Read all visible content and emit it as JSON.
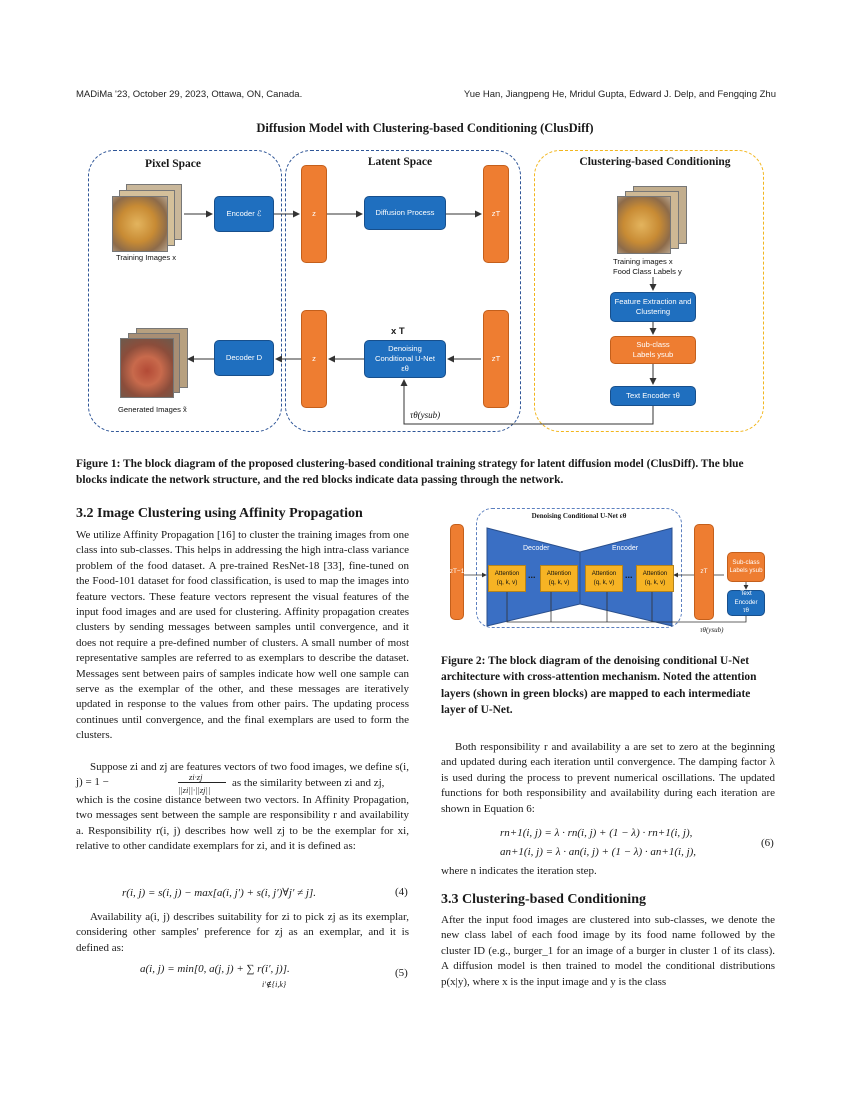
{
  "header": {
    "left": "MADiMa '23, October 29, 2023, Ottawa, ON, Canada.",
    "right": "Yue Han, Jiangpeng He, Mridul Gupta, Edward J. Delp, and Fengqing Zhu"
  },
  "figure1": {
    "title": "Diffusion Model with Clustering-based Conditioning (ClusDiff)",
    "pixel_space": {
      "title": "Pixel Space",
      "training_label": "Training Images x",
      "generated_label": "Generated Images x̃",
      "encoder": "Encoder ℰ",
      "decoder": "Decoder D"
    },
    "latent_space": {
      "title": "Latent Space",
      "z_top": "z",
      "z_bottom": "z",
      "zT_top": "zT",
      "zT_bottom": "zT",
      "diffusion": "Diffusion Process",
      "times_t": "x T",
      "unet_line1": "Denoising",
      "unet_line2": "Conditional U-Net",
      "unet_line3": "εθ",
      "tau_label": "τθ(ysub)"
    },
    "clustering": {
      "title": "Clustering-based Conditioning",
      "input_line1": "Training images x",
      "input_line2": "Food Class Labels y",
      "feature": "Feature Extraction and Clustering",
      "subclass_line1": "Sub-class",
      "subclass_line2": "Labels ysub",
      "text_encoder": "Text Encoder τθ"
    },
    "caption": "Figure 1: The block diagram of the proposed clustering-based conditional training strategy for latent diffusion model (ClusDiff). The blue blocks indicate the network structure, and the red blocks indicate data passing through the network."
  },
  "section32": {
    "heading": "3.2   Image Clustering using Affinity Propagation",
    "para1": "We utilize Affinity Propagation [16] to cluster the training images from one class into sub-classes. This helps in addressing the high intra-class variance problem of the food dataset. A pre-trained ResNet-18 [33], fine-tuned on the Food-101 dataset for food classification, is used to map the images into feature vectors. These feature vectors represent the visual features of the input food images and are used for clustering. Affinity propagation creates clusters by sending messages between samples until convergence, and it does not require a pre-defined number of clusters. A small number of most representative samples are referred to as exemplars to describe the dataset. Messages sent between pairs of samples indicate how well one sample can serve as the exemplar of the other, and these messages are iteratively updated in response to the values from other pairs. The updating process continues until convergence, and the final exemplars are used to form the clusters.",
    "para2_a": "Suppose zi and zj are features vectors of two food images, we define s(i, j) = 1 −",
    "para2_frac_num": "zi·zj",
    "para2_frac_den": "||zi||·||zj||",
    "para2_b": "as the similarity between zi and zj,",
    "para2_c": "which is the cosine distance between two vectors. In Affinity Propagation, two messages sent between the sample are responsibility r and availability a. Responsibility r(i, j) describes how well zj to be the exemplar for xi, relative to other candidate exemplars for zi, and it is defined as:",
    "eq4": "r(i, j) = s(i, j) − max[a(i, j′) + s(i, j′)∀j′ ≠ j].",
    "eq4_num": "(4)",
    "para3": "Availability a(i, j) describes suitability for zi to pick zj as its exemplar, considering other samples' preference for zj as an exemplar, and it is defined as:",
    "eq5": "a(i, j) = min[0, a(j, j) + ∑ r(i′, j)].",
    "eq5_sub": "i′∉{i,k}",
    "eq5_num": "(5)"
  },
  "figure2": {
    "title": "Denoising Conditional U-Net εθ",
    "decoder": "Decoder",
    "encoder": "Encoder",
    "zt_minus": "zT−1",
    "zt": "zT",
    "attention": "Attention",
    "qkv": "(q, k, v)",
    "dots": "...",
    "subclass_line1": "Sub-class",
    "subclass_line2": "Labels ysub",
    "text_encoder_line1": "Text Encoder",
    "text_encoder_line2": "τθ",
    "tau": "τθ(ysub)",
    "caption": "Figure 2: The block diagram of the denoising conditional U-Net architecture with cross-attention mechanism. Noted the attention layers (shown in green blocks) are mapped to each intermediate layer of U-Net."
  },
  "right_col": {
    "para1": "Both responsibility r and availability a are set to zero at the beginning and updated during each iteration until convergence. The damping factor λ is used during the process to prevent numerical oscillations. The updated functions for both responsibility and availability during each iteration are shown in Equation 6:",
    "eq6_line1": "rn+1(i, j) = λ · rn(i, j) + (1 − λ) · rn+1(i, j),",
    "eq6_line2": "an+1(i, j) = λ · an(i, j) + (1 − λ) · an+1(i, j),",
    "eq6_num": "(6)",
    "where": "where n indicates the iteration step.",
    "heading33": "3.3   Clustering-based Conditioning",
    "para2": "After the input food images are clustered into sub-classes, we denote the new class label of each food image by its food name followed by the cluster ID (e.g., burger_1 for an image of a burger in cluster 1 of its class). A diffusion model is then trained to model the conditional distributions p(x|y), where x is the input image and y is the class"
  }
}
